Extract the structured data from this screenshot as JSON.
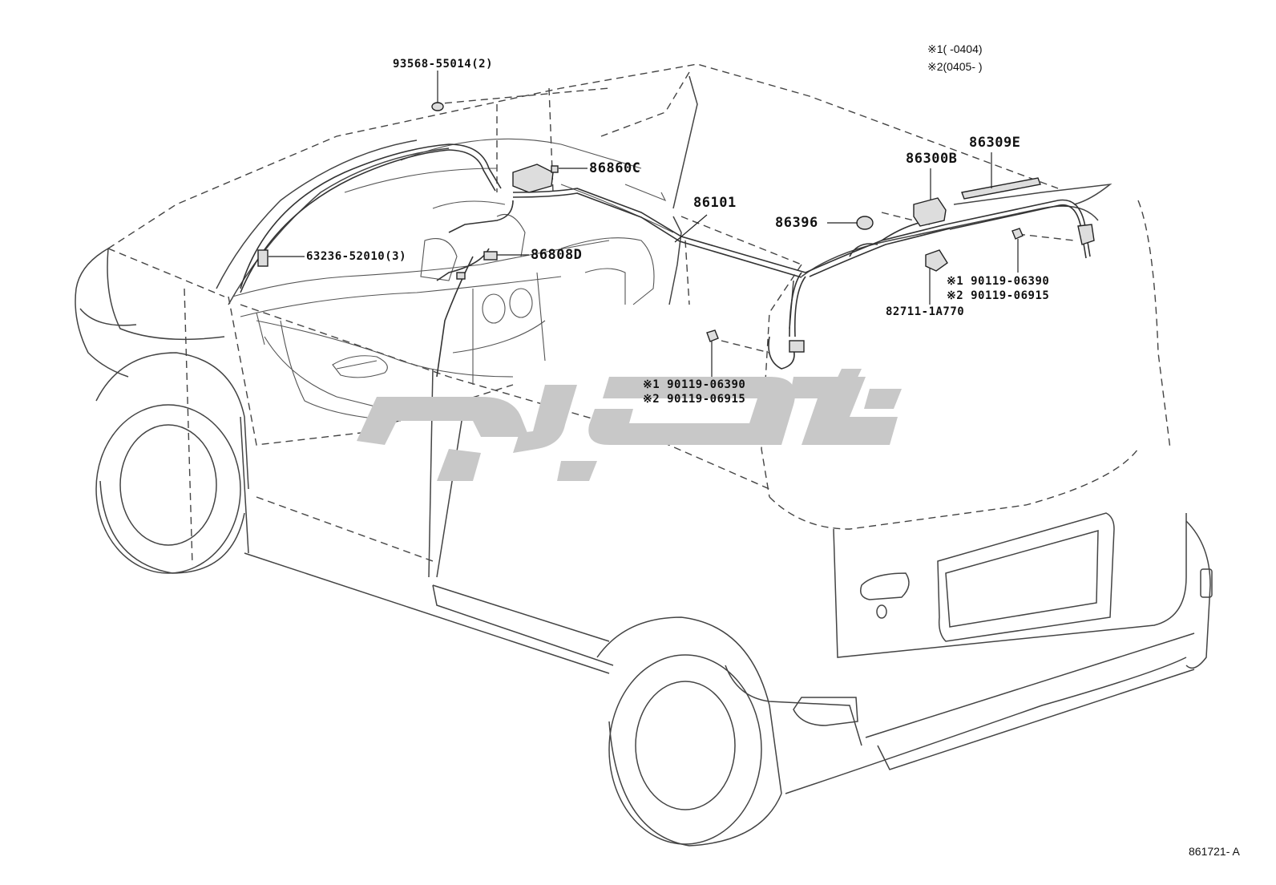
{
  "legend": {
    "line1": "※1(        -0404)",
    "line2": "※2(0405-          )"
  },
  "parts": {
    "p93568": "93568-55014(2)",
    "p86860C": "86860C",
    "p63236": "63236-52010(3)",
    "p86808D": "86808D",
    "p86101": "86101",
    "p86396": "86396",
    "p86300B": "86300B",
    "p86309E": "86309E",
    "p82711": "82711-1A770",
    "right_bolt_1": "※1 90119-06390",
    "right_bolt_2": "※2 90119-06915",
    "mid_bolt_1": "※1 90119-06390",
    "mid_bolt_2": "※2 90119-06915"
  },
  "diagram_id": "861721- A"
}
